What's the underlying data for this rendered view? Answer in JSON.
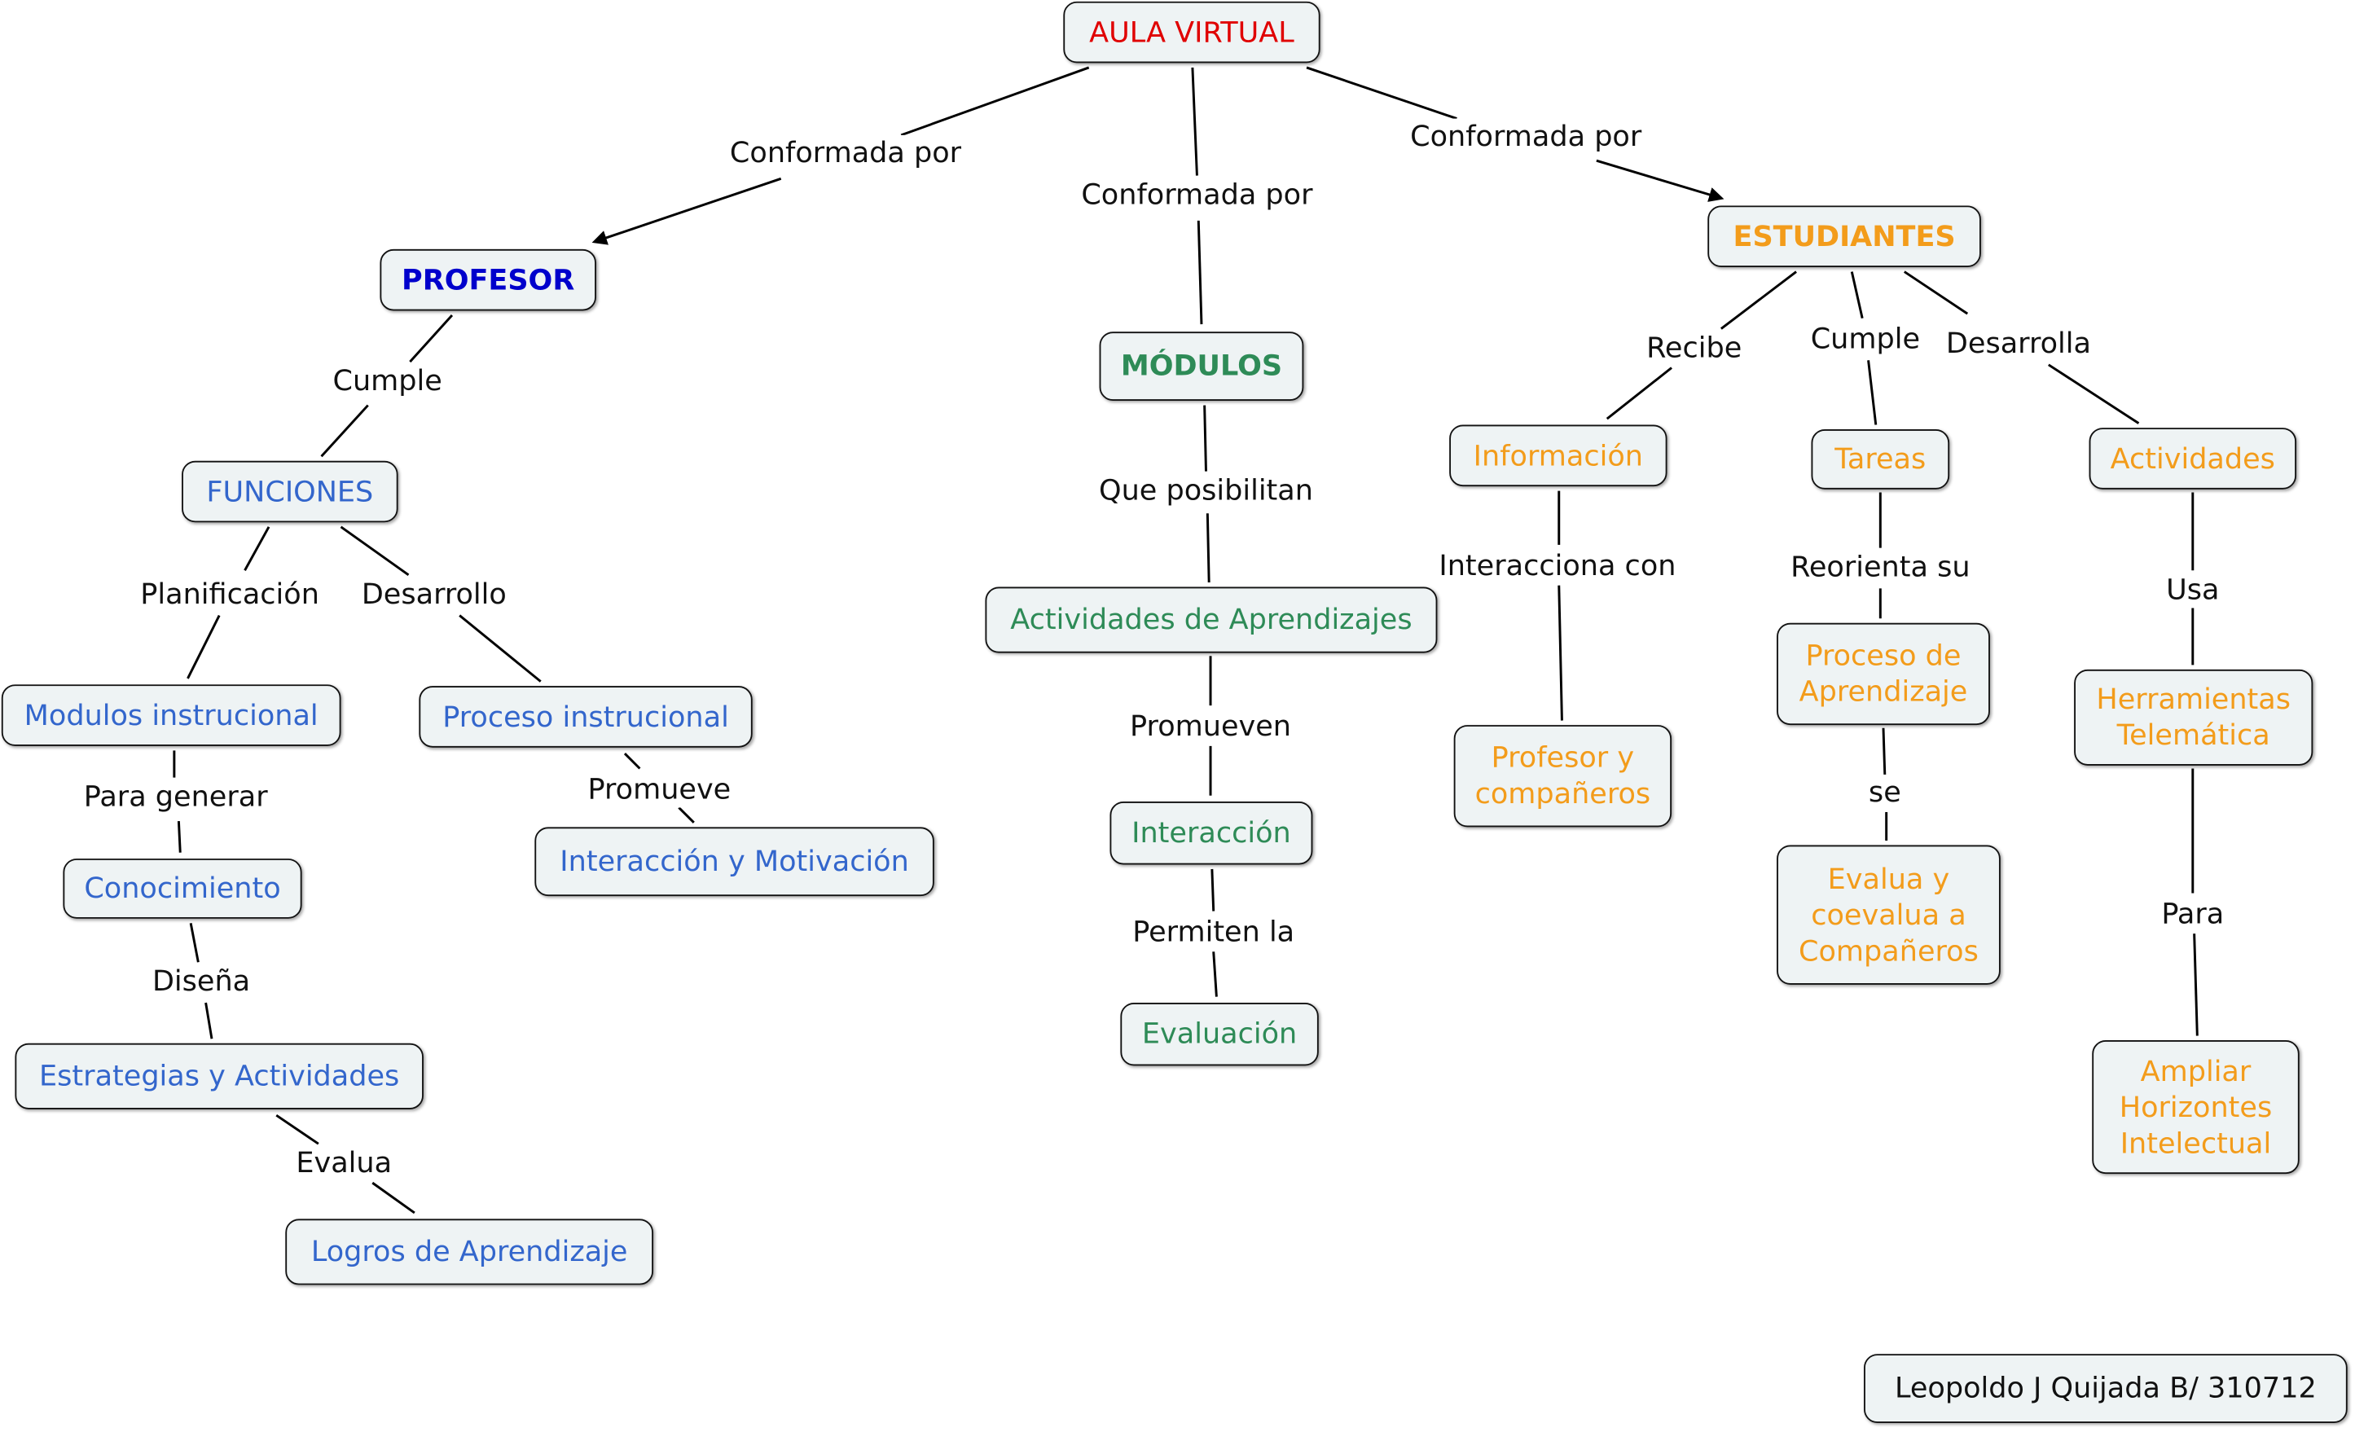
{
  "diagram": {
    "nodes": {
      "aula": "AULA VIRTUAL",
      "profesor": "PROFESOR",
      "modulos": "MÓDULOS",
      "estudiantes": "ESTUDIANTES",
      "funciones": "FUNCIONES",
      "modulos_instrucional": "Modulos instrucional",
      "proceso_instrucional": "Proceso instrucional",
      "conocimiento": "Conocimiento",
      "interaccion_motivacion": "Interacción y Motivación",
      "estrategias": "Estrategias y Actividades",
      "logros": "Logros de Aprendizaje",
      "actividades_aprendizajes": "Actividades de Aprendizajes",
      "interaccion": "Interacción",
      "evaluacion": "Evaluación",
      "informacion": "Información",
      "tareas": "Tareas",
      "actividades": "Actividades",
      "profesor_companeros": "Profesor y\ncompañeros",
      "proceso_aprendizaje": "Proceso de\nAprendizaje",
      "evalua_coevalua": "Evalua y\ncoevalua a\nCompañeros",
      "herramientas": "Herramientas\nTelemática",
      "ampliar": "Ampliar\nHorizontes\nIntelectual",
      "author": "Leopoldo J Quijada B/ 310712"
    },
    "links": {
      "conformada_1": "Conformada por",
      "conformada_2": "Conformada por",
      "conformada_3": "Conformada por",
      "cumple_prof": "Cumple",
      "planificacion": "Planificación",
      "desarrollo": "Desarrollo",
      "para_generar": "Para generar",
      "promueve": "Promueve",
      "disena": "Diseña",
      "evalua": "Evalua",
      "que_posibilitan": "Que posibilitan",
      "promueven": "Promueven",
      "permiten_la": "Permiten la",
      "recibe": "Recibe",
      "cumple_est": "Cumple",
      "desarrolla": "Desarrolla",
      "interacciona_con": "Interacciona con",
      "reorienta_su": "Reorienta su",
      "se": "se",
      "usa": "Usa",
      "para": "Para"
    },
    "colors": {
      "title": "#e00000",
      "profesor": "#0000cc",
      "profesor_branch": "#3366cc",
      "modulos_branch": "#2e8b57",
      "estudiantes_branch": "#f39c1b",
      "node_fill": "#eef3f4",
      "line": "#000000"
    }
  }
}
